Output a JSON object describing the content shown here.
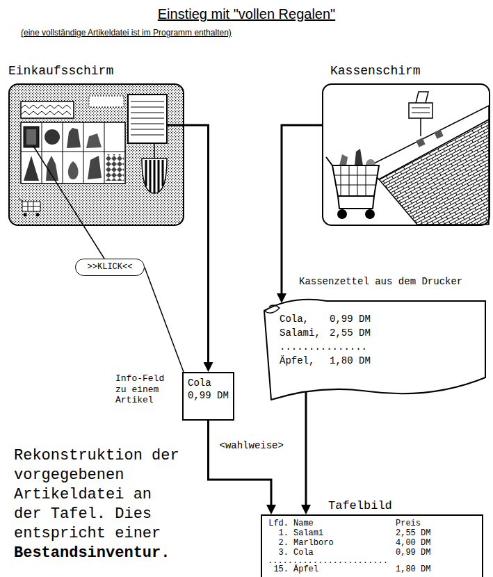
{
  "diagram": {
    "title": "Einstieg mit \"vollen Regalen\"",
    "nodes": [
      {
        "text": [
          "Einkaufsschirm"
        ]
      },
      {
        "text": [
          "Kassenschirm"
        ]
      },
      {
        "text": [
          ">>KLICK<<"
        ]
      },
      {
        "text": [
          "Info-Feld zu einem Artikel",
          "Cola",
          "0,99 DM"
        ]
      },
      {
        "text": [
          "Kassenzettel aus dem Drucker",
          "Cola,",
          "0,99 DM",
          "Salami,",
          "2,55 DM",
          "...............",
          "Äpfel,",
          "1,80 DM"
        ]
      },
      {
        "text": [
          "Tafelbild",
          "Lfd.",
          "Name",
          "Preis",
          "1.",
          "Salami",
          "2,55 DM",
          "2.",
          "Marlboro",
          "4,00 DM",
          "3.",
          "Cola",
          "0,99 DM",
          "........................",
          "15.",
          "Äpfel",
          "1,80 DM"
        ]
      }
    ],
    "edges": [
      {
        "from": 0,
        "to": 2,
        "arrow": "none"
      },
      {
        "from": 2,
        "to": 3,
        "arrow": "none"
      },
      {
        "from": 0,
        "to": 3,
        "arrow": "to"
      },
      {
        "from": 1,
        "to": 4,
        "arrow": "to"
      },
      {
        "from": 3,
        "to": 5,
        "label": "<wahlweise>",
        "arrow": "to"
      },
      {
        "from": 4,
        "to": 5,
        "arrow": "to"
      }
    ],
    "labels": [
      "(eine vollständige Artikeldatei ist im Programm enthalten)",
      "Rekonstruktion der vorgegebenen Artikeldatei an der Tafel. Dies entspricht einer",
      "Bestandsinventur."
    ]
  }
}
